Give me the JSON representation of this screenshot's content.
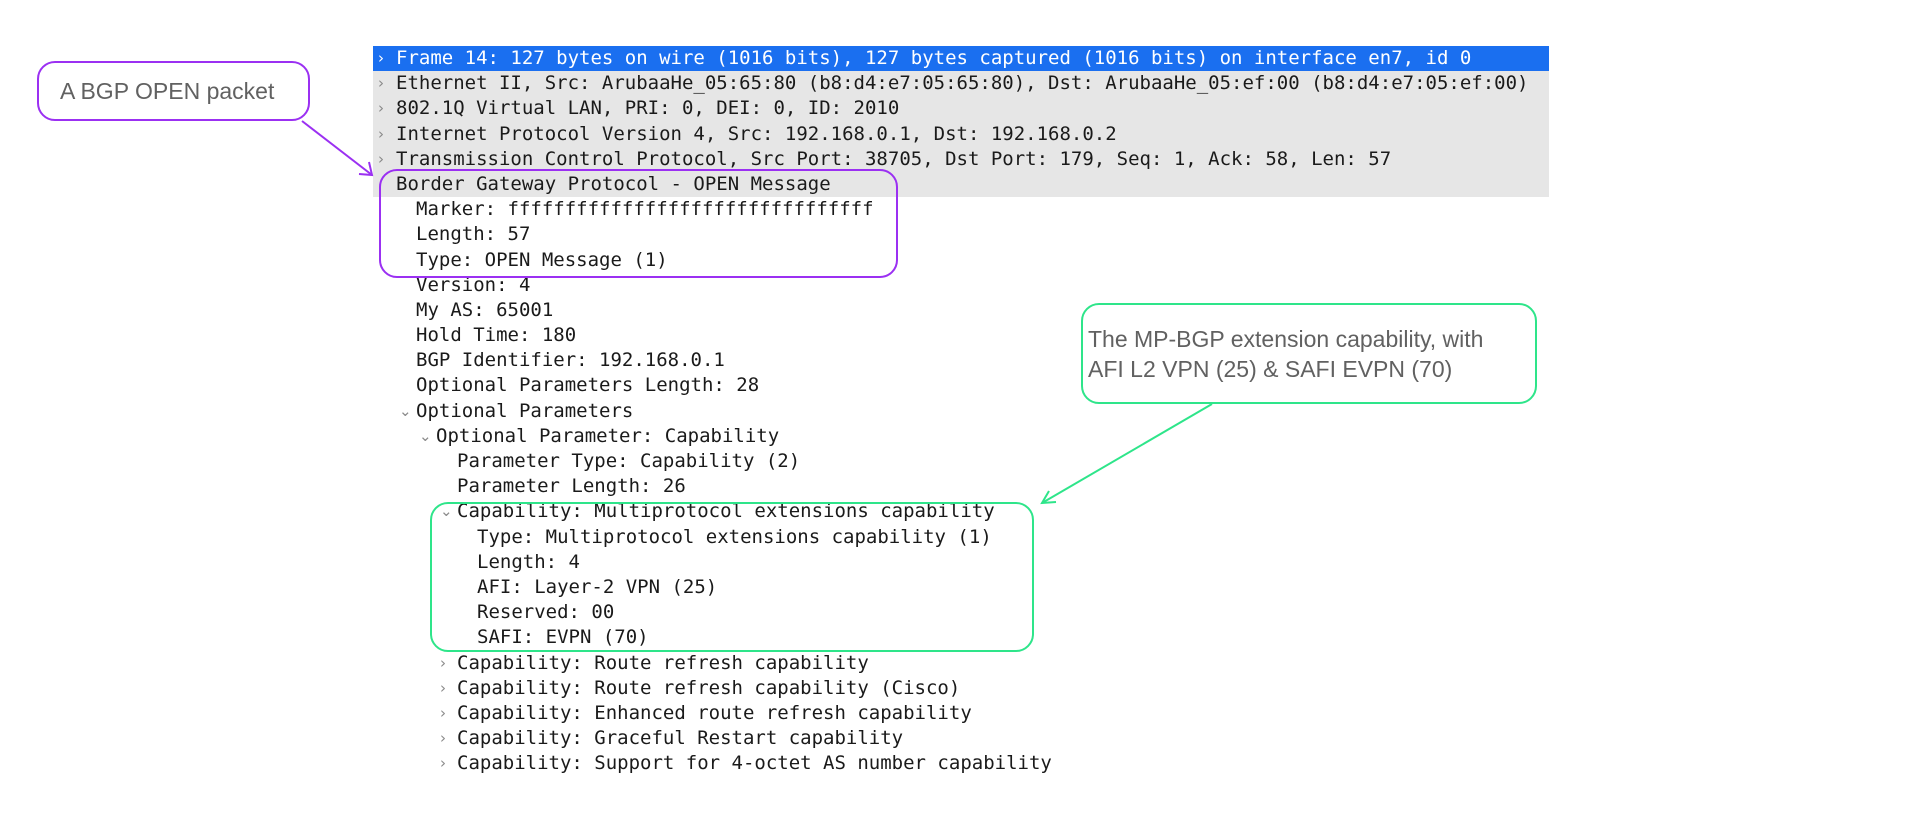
{
  "packet_tree": [
    {
      "text": "Frame 14: 127 bytes on wire (1016 bits), 127 bytes captured (1016 bits) on interface en7, id 0",
      "level": 0,
      "twisty": "collapsed",
      "selected": true,
      "header": true
    },
    {
      "text": "Ethernet II, Src: ArubaaHe_05:65:80 (b8:d4:e7:05:65:80), Dst: ArubaaHe_05:ef:00 (b8:d4:e7:05:ef:00)",
      "level": 0,
      "twisty": "collapsed",
      "header": true
    },
    {
      "text": "802.1Q Virtual LAN, PRI: 0, DEI: 0, ID: 2010",
      "level": 0,
      "twisty": "collapsed",
      "header": true
    },
    {
      "text": "Internet Protocol Version 4, Src: 192.168.0.1, Dst: 192.168.0.2",
      "level": 0,
      "twisty": "collapsed",
      "header": true
    },
    {
      "text": "Transmission Control Protocol, Src Port: 38705, Dst Port: 179, Seq: 1, Ack: 58, Len: 57",
      "level": 0,
      "twisty": "collapsed",
      "header": true
    },
    {
      "text": "Border Gateway Protocol - OPEN Message",
      "level": 0,
      "twisty": "none",
      "header": true
    },
    {
      "text": "Marker: ffffffffffffffffffffffffffffffff",
      "level": 1,
      "twisty": "none"
    },
    {
      "text": "Length: 57",
      "level": 1,
      "twisty": "none"
    },
    {
      "text": "Type: OPEN Message (1)",
      "level": 1,
      "twisty": "none"
    },
    {
      "text": "Version: 4",
      "level": 1,
      "twisty": "none"
    },
    {
      "text": "My AS: 65001",
      "level": 1,
      "twisty": "none"
    },
    {
      "text": "Hold Time: 180",
      "level": 1,
      "twisty": "none"
    },
    {
      "text": "BGP Identifier: 192.168.0.1",
      "level": 1,
      "twisty": "none"
    },
    {
      "text": "Optional Parameters Length: 28",
      "level": 1,
      "twisty": "none"
    },
    {
      "text": "Optional Parameters",
      "level": 1,
      "twisty": "expanded"
    },
    {
      "text": "Optional Parameter: Capability",
      "level": 2,
      "twisty": "expanded"
    },
    {
      "text": "Parameter Type: Capability (2)",
      "level": 3,
      "twisty": "none"
    },
    {
      "text": "Parameter Length: 26",
      "level": 3,
      "twisty": "none"
    },
    {
      "text": "Capability: Multiprotocol extensions capability",
      "level": 3,
      "twisty": "expanded"
    },
    {
      "text": "Type: Multiprotocol extensions capability (1)",
      "level": 4,
      "twisty": "none"
    },
    {
      "text": "Length: 4",
      "level": 4,
      "twisty": "none"
    },
    {
      "text": "AFI: Layer-2 VPN (25)",
      "level": 4,
      "twisty": "none"
    },
    {
      "text": "Reserved: 00",
      "level": 4,
      "twisty": "none"
    },
    {
      "text": "SAFI: EVPN (70)",
      "level": 4,
      "twisty": "none"
    },
    {
      "text": "Capability: Route refresh capability",
      "level": 3,
      "twisty": "collapsed"
    },
    {
      "text": "Capability: Route refresh capability (Cisco)",
      "level": 3,
      "twisty": "collapsed"
    },
    {
      "text": "Capability: Enhanced route refresh capability",
      "level": 3,
      "twisty": "collapsed"
    },
    {
      "text": "Capability: Graceful Restart capability",
      "level": 3,
      "twisty": "collapsed"
    },
    {
      "text": "Capability: Support for 4-octet AS number capability",
      "level": 3,
      "twisty": "collapsed"
    }
  ],
  "twisty_glyphs": {
    "collapsed": "›",
    "expanded": "⌄"
  },
  "annotations": {
    "bgp_open": {
      "text": "A BGP OPEN packet",
      "color": "#9b30f2"
    },
    "mp_bgp": {
      "line1": "The MP-BGP extension capability, with",
      "line2": "AFI L2 VPN (25) & SAFI EVPN (70)",
      "color": "#2ee58a"
    }
  }
}
